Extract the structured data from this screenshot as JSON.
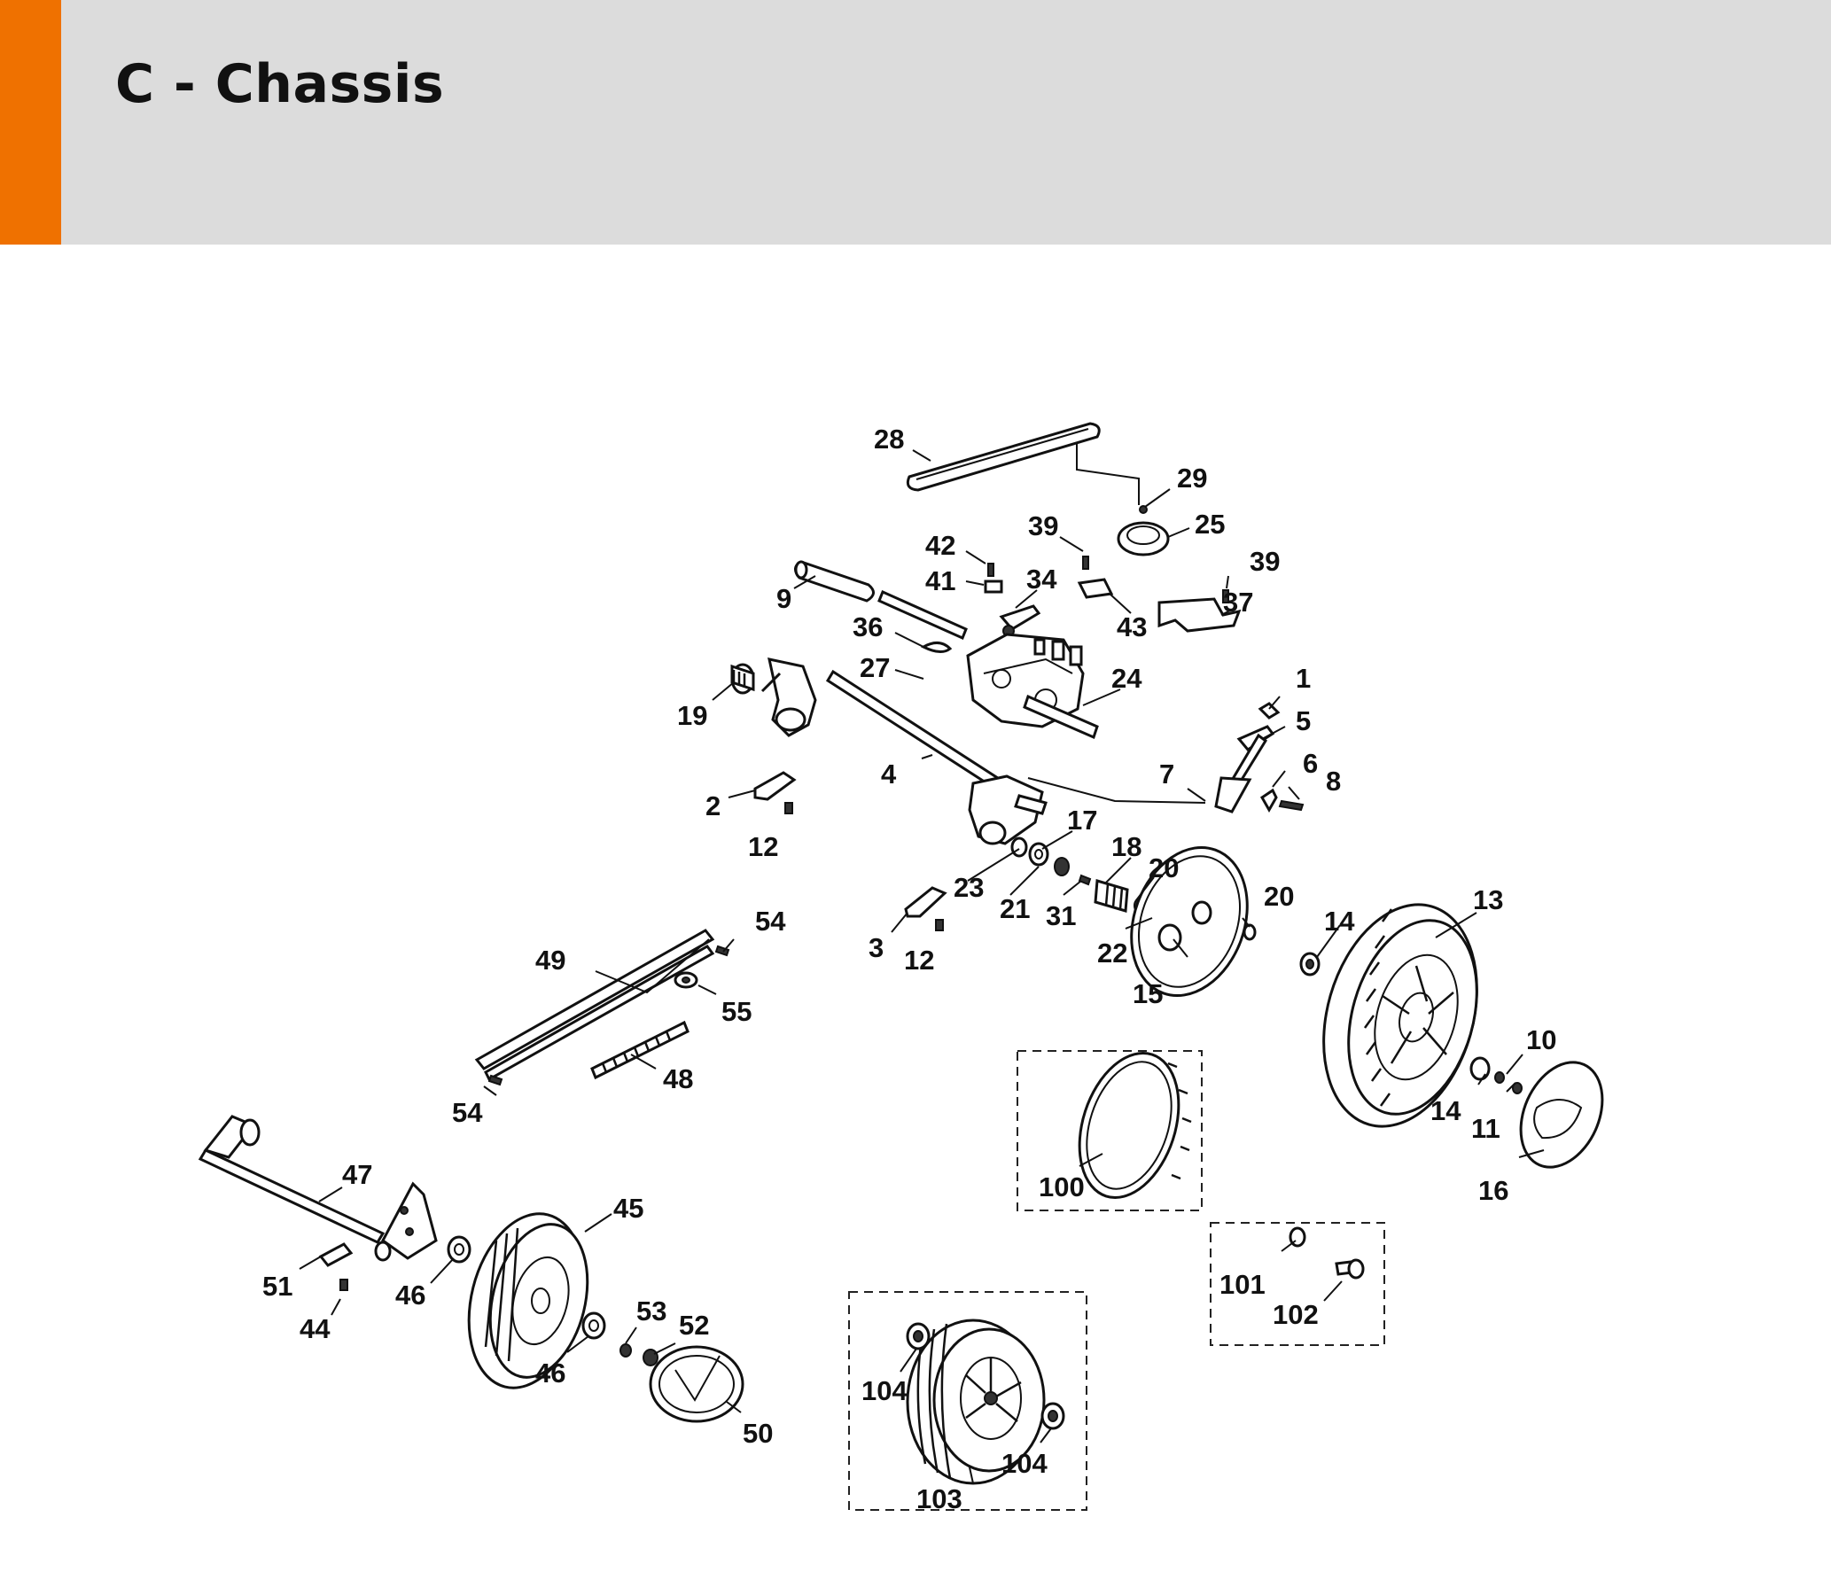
{
  "header": {
    "title": "C - Chassis",
    "background_color": "#dcdcdc",
    "accent_color": "#ef7100"
  },
  "diagram": {
    "callouts": [
      "28",
      "29",
      "25",
      "39",
      "39",
      "42",
      "41",
      "34",
      "43",
      "37",
      "9",
      "36",
      "27",
      "24",
      "19",
      "1",
      "5",
      "6",
      "7",
      "8",
      "2",
      "12",
      "4",
      "17",
      "18",
      "20",
      "20",
      "23",
      "21",
      "31",
      "22",
      "3",
      "12",
      "15",
      "14",
      "13",
      "54",
      "49",
      "55",
      "48",
      "54",
      "10",
      "14",
      "11",
      "16",
      "100",
      "47",
      "45",
      "51",
      "46",
      "44",
      "53",
      "52",
      "46",
      "50",
      "101",
      "102",
      "104",
      "103",
      "104"
    ]
  }
}
